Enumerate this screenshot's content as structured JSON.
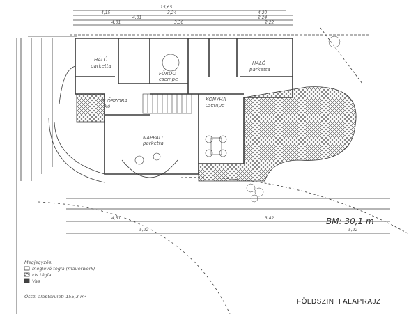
{
  "drawing": {
    "title": "FÖLDSZINTI ALAPRAJZ",
    "scale_note": "BM: 30,1 m",
    "overall_dimension": "15,65",
    "dimensions_top": [
      "4,15",
      "4,01",
      "3,24",
      "4,20",
      "2,24",
      "3,30",
      "4,01",
      "2,22"
    ],
    "dimensions_bottom": [
      "4,51",
      "5,22",
      "3,42",
      "5,22"
    ],
    "rooms": [
      {
        "name": "HÁLÓ",
        "sub": "parketta"
      },
      {
        "name": "FÜRDŐ",
        "sub": "csempe"
      },
      {
        "name": "HÁLÓ",
        "sub": "parketta"
      },
      {
        "name": "NAPPALI",
        "sub": "parketta"
      },
      {
        "name": "KONYHA",
        "sub": "csempe"
      },
      {
        "name": "ELŐSZOBA",
        "sub": "kő"
      }
    ],
    "legend": {
      "heading": "Megjegyzés:",
      "items": [
        "meglévő tégla (mauerwerk)",
        "kis tégla",
        "Vas"
      ],
      "area_note": "Össz. alapterület: 155,3 m²"
    },
    "colors": {
      "ink": "#3a3a3a",
      "paper": "#ffffff"
    }
  }
}
